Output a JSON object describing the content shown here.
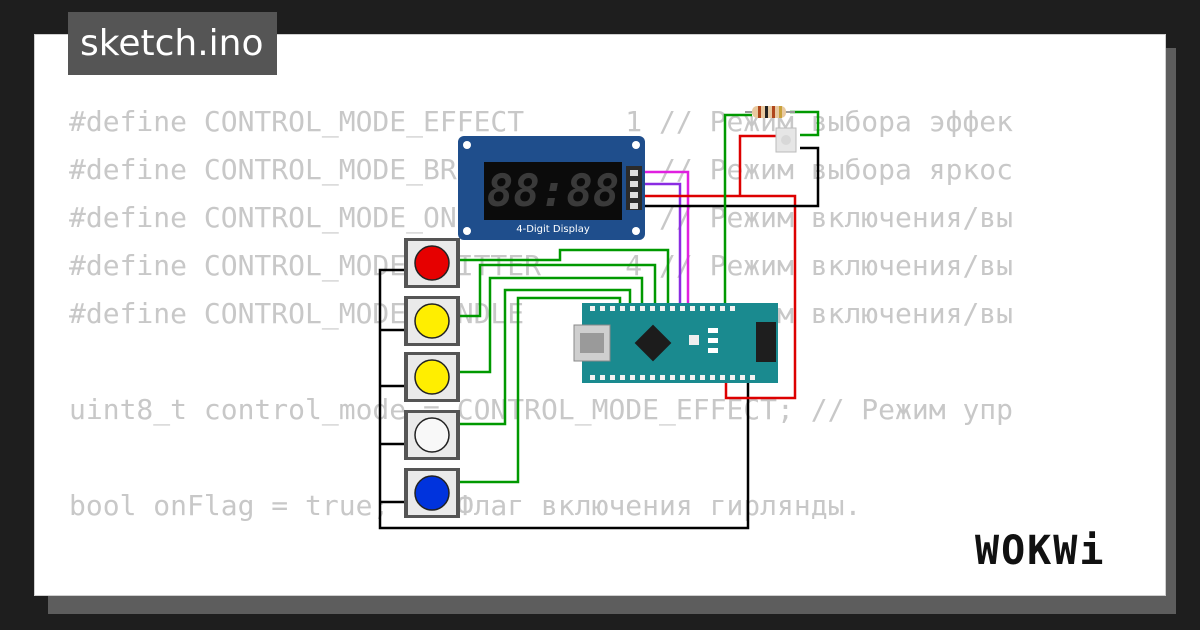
{
  "tab": {
    "filename": "sketch.ino"
  },
  "code_lines": [
    "#define CONTROL_MODE_EFFECT      1 // Режим выбора эффек",
    "#define CONTROL_MODE_BRIGHTNESS  2 // Режим выбора яркос",
    "#define CONTROL_MODE_ONOFF       3 // Режим включения/вы",
    "#define CONTROL_MODE_GLITTER     4 // Режим включения/вы",
    "#define CONTROL_MODE_CANDLE      5 // Режим включения/вы",
    "",
    "uint8_t control_mode = CONTROL_MODE_EFFECT; // Режим упр",
    "",
    "bool onFlag = true; // Флаг включения гирлянды."
  ],
  "display": {
    "caption": "4-Digit Display",
    "digits": "88:88"
  },
  "logo": {
    "text": "WOKWi"
  },
  "colors": {
    "button_colors": [
      "#e60000",
      "#ffee00",
      "#ffee00",
      "#f0f0f0",
      "#0033dd"
    ],
    "board_color": "#1a8a8f",
    "display_color": "#1f4e8c",
    "wire_green": "#009900",
    "wire_red": "#dd0000",
    "wire_black": "#000000",
    "wire_magenta": "#e020e0",
    "wire_purple": "#8a2be2"
  }
}
